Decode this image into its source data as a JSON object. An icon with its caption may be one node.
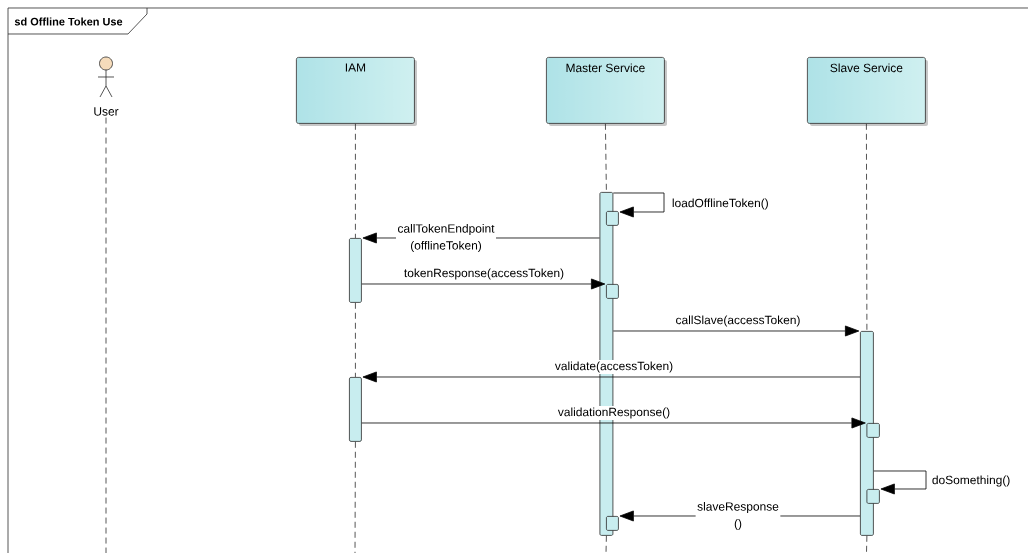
{
  "diagram": {
    "title": "sd Offline Token Use",
    "nodes": [
      {
        "text": [
          "User"
        ]
      },
      {
        "text": [
          "IAM"
        ]
      },
      {
        "text": [
          "Master Service"
        ]
      },
      {
        "text": [
          "Slave Service"
        ]
      },
      {
        "text": [],
        "shape": "bar"
      },
      {
        "text": [],
        "shape": "bar"
      },
      {
        "text": [],
        "shape": "bar"
      },
      {
        "text": [],
        "shape": "bar"
      },
      {
        "text": [],
        "shape": "bar"
      },
      {
        "text": [],
        "shape": "bar"
      },
      {
        "text": [],
        "shape": "bar"
      },
      {
        "text": [],
        "shape": "bar"
      },
      {
        "text": [],
        "shape": "bar"
      }
    ],
    "edges": [
      {
        "from": 4,
        "to": 5,
        "arrow": "to",
        "label": "loadOfflineToken()"
      },
      {
        "from": 4,
        "to": 6,
        "arrow": "to",
        "label": "callTokenEndpoint (offlineToken)"
      },
      {
        "from": 6,
        "to": 7,
        "arrow": "to",
        "label": "tokenResponse(accessToken)"
      },
      {
        "from": 4,
        "to": 8,
        "arrow": "to",
        "label": "callSlave(accessToken)"
      },
      {
        "from": 8,
        "to": 9,
        "arrow": "to",
        "label": "validate(accessToken)"
      },
      {
        "from": 9,
        "to": 10,
        "arrow": "to",
        "label": "validationResponse()"
      },
      {
        "from": 8,
        "to": 11,
        "arrow": "to",
        "label": "doSomething()"
      },
      {
        "from": 8,
        "to": 12,
        "arrow": "to",
        "label": "slaveResponse ()"
      },
      {
        "from": 0,
        "to": null,
        "arrow": "none",
        "style": "dashed"
      },
      {
        "from": 1,
        "to": 6,
        "arrow": "none",
        "style": "dashed"
      },
      {
        "from": 6,
        "to": 9,
        "arrow": "none",
        "style": "dashed"
      },
      {
        "from": 9,
        "to": null,
        "arrow": "none",
        "style": "dashed"
      },
      {
        "from": 2,
        "to": 4,
        "arrow": "none",
        "style": "dashed"
      },
      {
        "from": 4,
        "to": null,
        "arrow": "none",
        "style": "dashed"
      },
      {
        "from": 3,
        "to": 8,
        "arrow": "none",
        "style": "dashed"
      },
      {
        "from": 8,
        "to": null,
        "arrow": "none",
        "style": "dashed"
      }
    ]
  }
}
